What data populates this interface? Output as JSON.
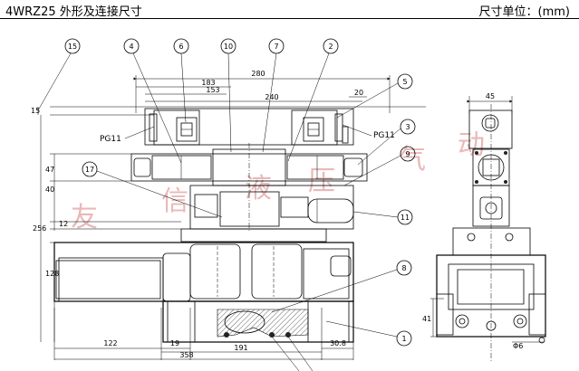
{
  "header": {
    "title": "4WRZ25 外形及连接尺寸",
    "unit": "尺寸单位：(mm)"
  },
  "watermark": [
    "友",
    "信",
    "液",
    "压",
    "气",
    "动"
  ],
  "callouts": [
    "15",
    "4",
    "6",
    "10",
    "7",
    "2",
    "5",
    "3",
    "9",
    "17",
    "11",
    "8",
    "1"
  ],
  "pg_labels": {
    "left": "PG11",
    "right": "PG11"
  },
  "dimensions": {
    "d280": "280",
    "d183": "183",
    "d153": "153",
    "d240": "240",
    "d20": "20",
    "d15": "15",
    "d47": "47",
    "d40": "40",
    "d256": "256",
    "d12": "12",
    "d128": "128",
    "d122": "122",
    "d19": "19",
    "d191": "191",
    "d358": "358",
    "d30_8": "30.8",
    "d45": "45",
    "d41": "41",
    "d_phi6": "Φ6"
  }
}
